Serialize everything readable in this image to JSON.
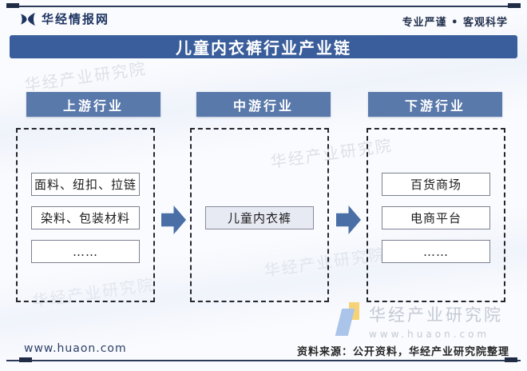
{
  "header": {
    "brand": "华经情报网",
    "tagline": "专业严谨 • 客观科学"
  },
  "title": "儿童内衣裤行业产业链",
  "columns": [
    {
      "header": "上游行业",
      "items": [
        "面料、纽扣、拉链",
        "染料、包装材料",
        "……"
      ]
    },
    {
      "header": "中游行业",
      "items": [
        "儿童内衣裤"
      ]
    },
    {
      "header": "下游行业",
      "items": [
        "百货商场",
        "电商平台",
        "……"
      ]
    }
  ],
  "footer": {
    "url": "www.huaon.com",
    "source": "资料来源：公开资料，华经产业研究院整理"
  },
  "watermark": {
    "name": "华经产业研究院",
    "url": "www.huaon.com"
  },
  "colors": {
    "title_bar": "#3a5d9b",
    "column_header": "#5a79ab",
    "arrow": "#4a6ea6",
    "navy_text": "#1d3461",
    "watermark": "#c6ccd8"
  }
}
